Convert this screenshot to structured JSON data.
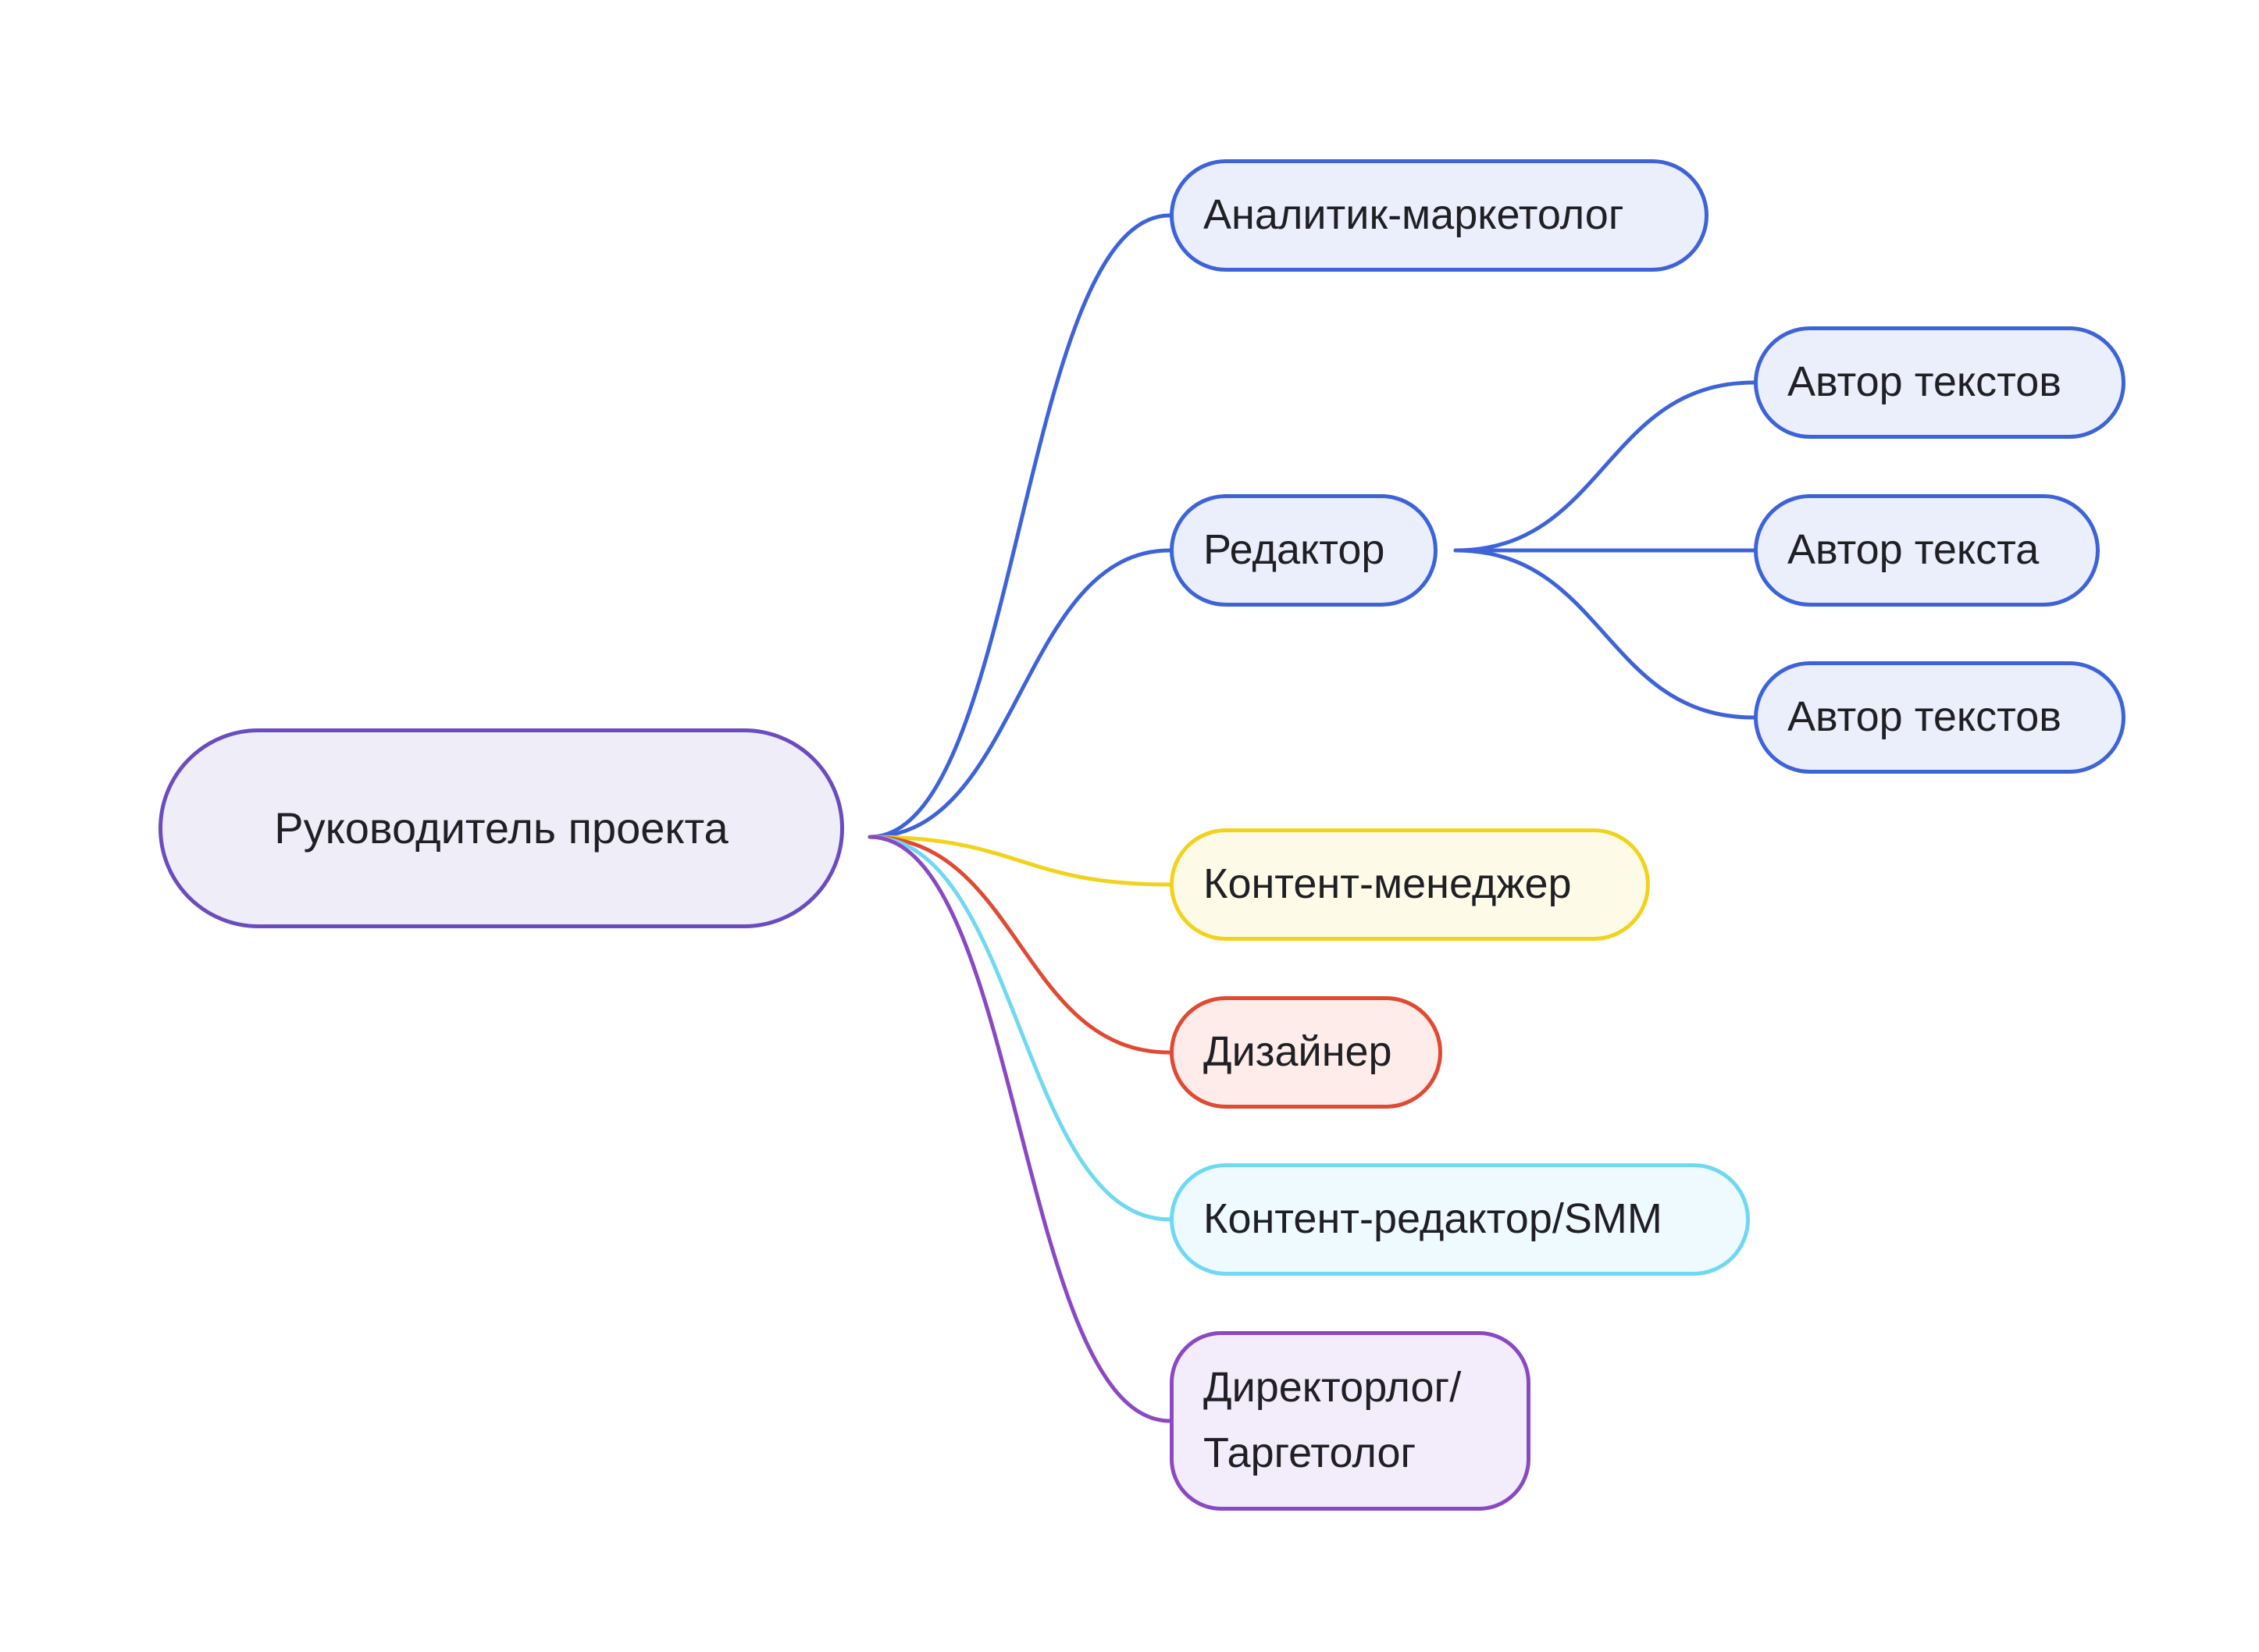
{
  "colors": {
    "root": {
      "stroke": "#6a4cbf",
      "fill": "#efedf7"
    },
    "blue": {
      "stroke": "#3d63d8",
      "fill": "#ebeffb"
    },
    "yellow": {
      "stroke": "#f3d21b",
      "fill": "#fdfbe8"
    },
    "red": {
      "stroke": "#e04a33",
      "fill": "#fdece9"
    },
    "cyan": {
      "stroke": "#6fd8f2",
      "fill": "#eefaff"
    },
    "purple": {
      "stroke": "#8a49c2",
      "fill": "#f3ecfa"
    }
  },
  "mindmap": {
    "root": {
      "label": "Руководитель проекта"
    },
    "branches": [
      {
        "id": "analyst",
        "label": "Аналитик-маркетолог",
        "color": "blue"
      },
      {
        "id": "editor",
        "label": "Редактор",
        "color": "blue",
        "children": [
          {
            "id": "author1",
            "label": "Автор текстов",
            "color": "blue"
          },
          {
            "id": "author2",
            "label": "Автор текста",
            "color": "blue"
          },
          {
            "id": "author3",
            "label": "Автор текстов",
            "color": "blue"
          }
        ]
      },
      {
        "id": "content-manager",
        "label": "Контент-менеджер",
        "color": "yellow"
      },
      {
        "id": "designer",
        "label": "Дизайнер",
        "color": "red"
      },
      {
        "id": "smm",
        "label": "Контент-редактор/SMM",
        "color": "cyan"
      },
      {
        "id": "director",
        "label_lines": [
          "Директорлог/",
          "Таргетолог"
        ],
        "color": "purple"
      }
    ]
  }
}
